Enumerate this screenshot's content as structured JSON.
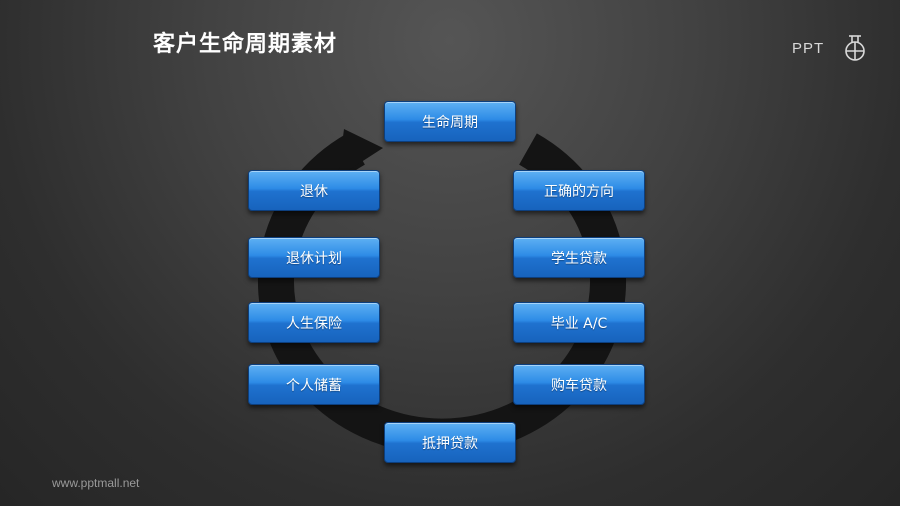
{
  "title": "客户生命周期素材",
  "logo": {
    "text": "PPT",
    "icon": "pptmall-logo-icon"
  },
  "footer": "www.pptmall.net",
  "colors": {
    "button_top": "#5eb0f3",
    "button_bottom": "#1763bd",
    "arrow": "#141414",
    "title": "#ffffff"
  },
  "cycle": {
    "stages": [
      "生命周期",
      "正确的方向",
      "学生贷款",
      "毕业 A/C",
      "购车贷款",
      "抵押贷款",
      "个人储蓄",
      "人生保险",
      "退休计划",
      "退休"
    ]
  }
}
